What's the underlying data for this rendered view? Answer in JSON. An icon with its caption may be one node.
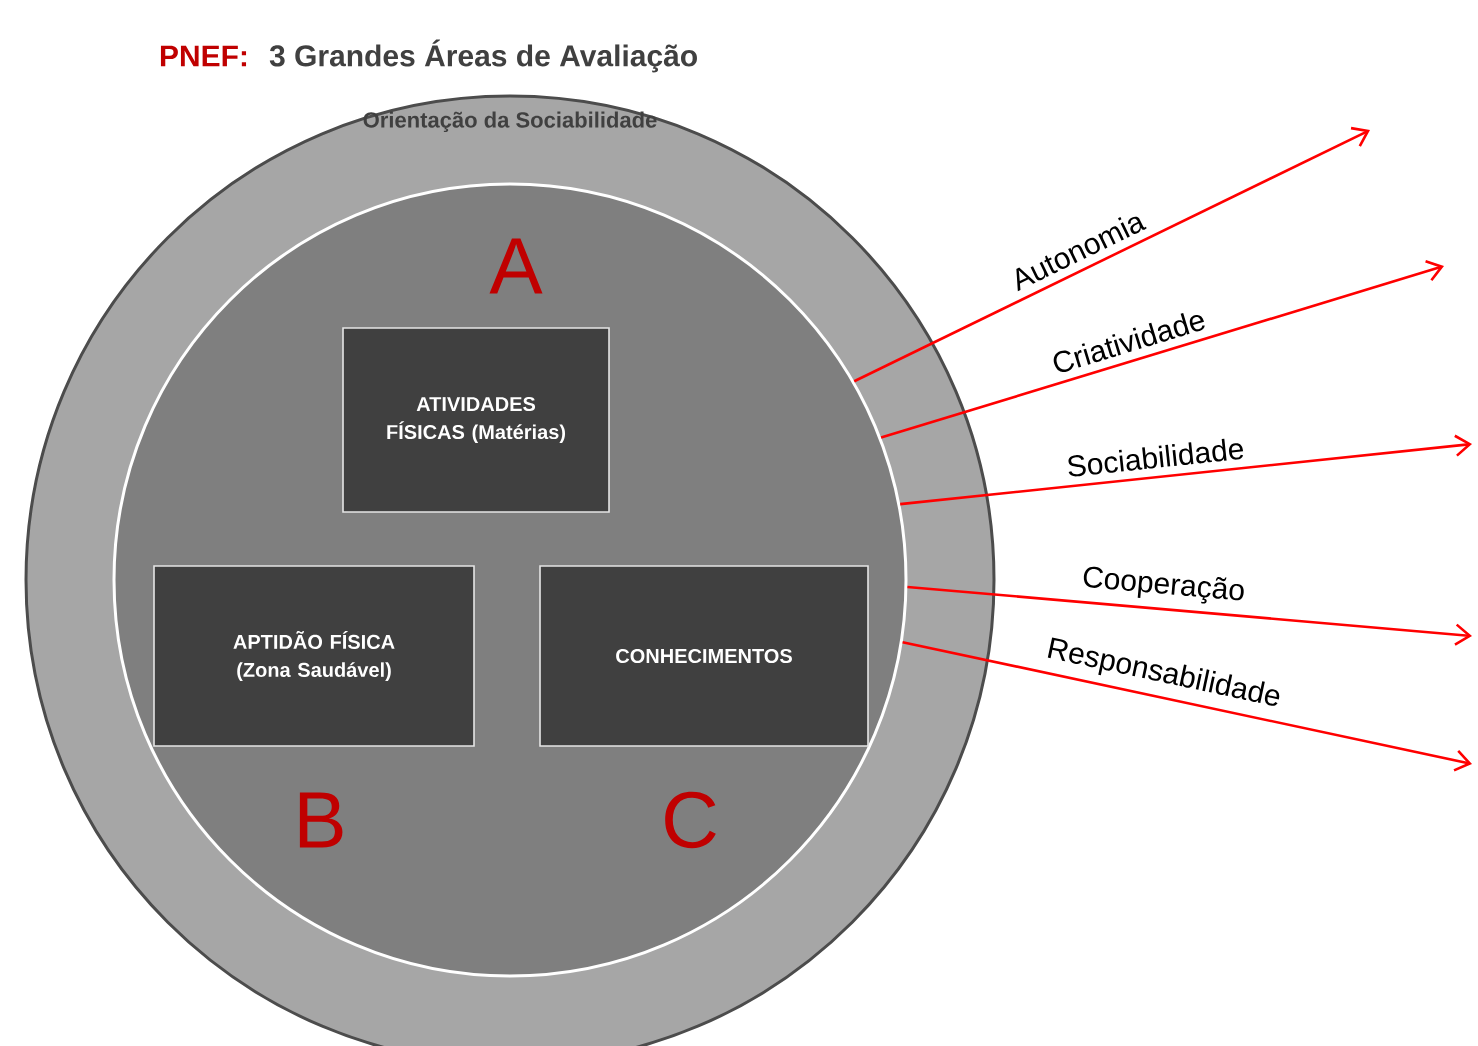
{
  "diagram": {
    "title": "3 Grandes Áreas de Avaliação",
    "nodes": [
      {
        "text": [
          "Orientação da Sociabilidade"
        ]
      },
      {
        "text": [],
        "shape": "circle",
        "in": 0
      },
      {
        "text": [
          "ATIVIDADES FÍSICAS (Matérias)"
        ],
        "in": 1,
        "beside": [
          "A"
        ]
      },
      {
        "text": [
          "APTIDÃO FÍSICA (Zona Saudável)"
        ],
        "in": 1,
        "beside": [
          "B"
        ]
      },
      {
        "text": [
          "CONHECIMENTOS"
        ],
        "in": 1,
        "beside": [
          "C"
        ]
      }
    ],
    "edges": [
      {
        "from": 1,
        "to": null,
        "arrow": "to",
        "label": "Autonomia"
      },
      {
        "from": 1,
        "to": null,
        "arrow": "to",
        "label": "Criatividade"
      },
      {
        "from": 1,
        "to": null,
        "arrow": "to",
        "label": "Sociabilidade"
      },
      {
        "from": 1,
        "to": null,
        "arrow": "to",
        "label": "Cooperação"
      },
      {
        "from": 1,
        "to": null,
        "arrow": "to",
        "label": "Responsabilidade"
      }
    ],
    "labels": [
      "PNEF:"
    ]
  }
}
